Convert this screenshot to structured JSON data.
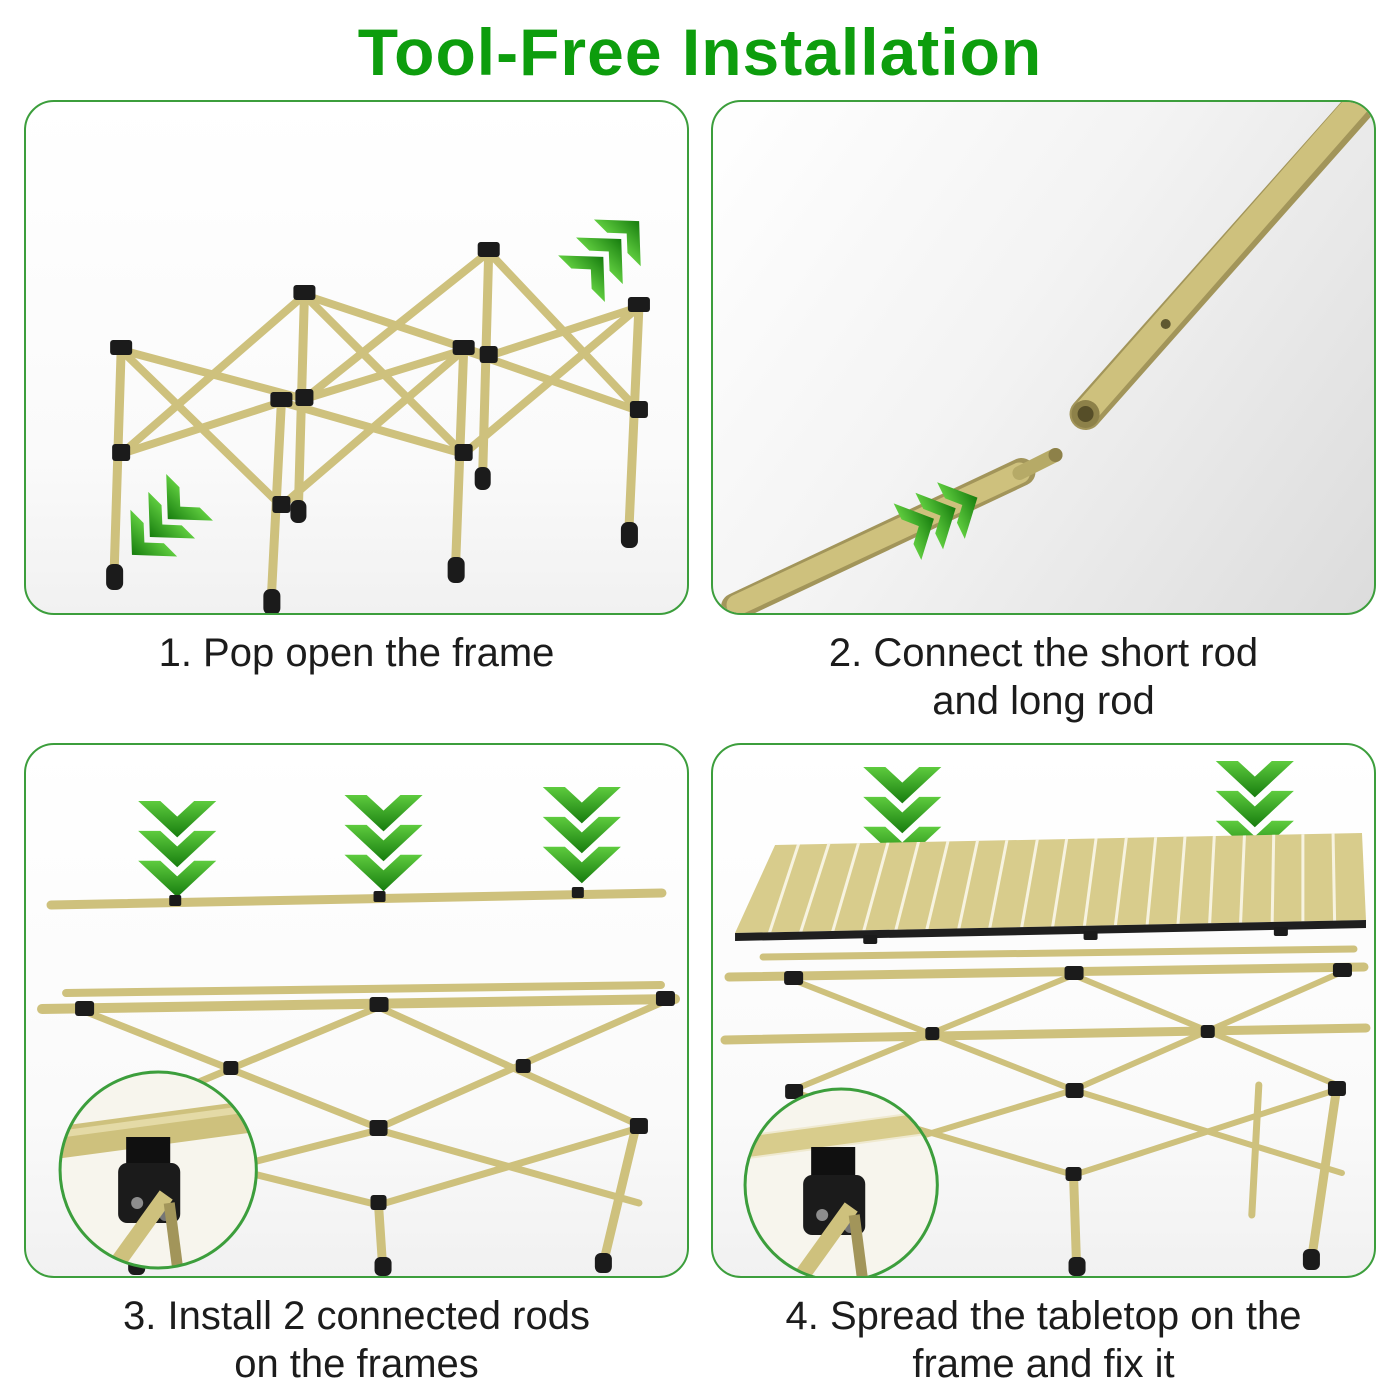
{
  "title": "Tool-Free Installation",
  "colors": {
    "title_green": "#0d9d0d",
    "arrow_green_light": "#5ecb3e",
    "arrow_green_dark": "#167c0e",
    "panel_border_green": "#3c9e3c",
    "rod_tan": "#cec17d",
    "rod_tan_dark": "#a2955a",
    "connector_black": "#1b1b1b"
  },
  "steps": [
    {
      "caption": "1. Pop open the frame"
    },
    {
      "caption": "2. Connect the short rod\nand long rod"
    },
    {
      "caption": "3. Install 2 connected rods\non the frames"
    },
    {
      "caption": "4. Spread the tabletop on the\nframe and fix it"
    }
  ]
}
